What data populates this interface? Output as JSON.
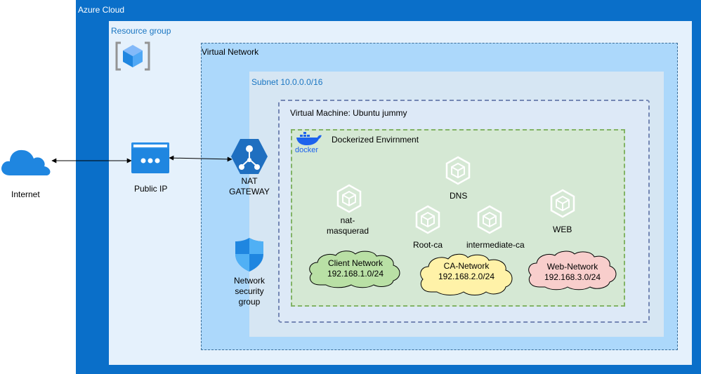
{
  "azure_cloud": {
    "label": "Azure Cloud"
  },
  "resource_group": {
    "label": "Resource group"
  },
  "virtual_network": {
    "label": "Virtual Network"
  },
  "subnet": {
    "label": "Subnet 10.0.0.0/16"
  },
  "virtual_machine": {
    "label": "Virtual Machine: Ubuntu jummy"
  },
  "docker_environment": {
    "label": "Dockerized Envirnment",
    "logo_text": "docker"
  },
  "internet": {
    "label": "Internet"
  },
  "public_ip": {
    "label": "Public IP"
  },
  "nat_gateway": {
    "line1": "NAT",
    "line2": "GATEWAY"
  },
  "nsg": {
    "line1": "Network",
    "line2": "security",
    "line3": "group"
  },
  "containers": {
    "dns": "DNS",
    "nat_masquerade_line1": "nat-",
    "nat_masquerade_line2": "masquerad",
    "root_ca": "Root-ca",
    "intermediate_ca": "intermediate-ca",
    "web": "WEB"
  },
  "networks": {
    "client": {
      "line1": "Client Network",
      "line2": "192.168.1.0/24"
    },
    "ca": {
      "line1": "CA-Network",
      "line2": "192.168.2.0/24"
    },
    "web": {
      "line1": "Web-Network",
      "line2": "192.168.3.0/24"
    }
  },
  "colors": {
    "azure_blue": "#0a6fc9",
    "resource_group_fill": "#e5f1fc",
    "vnet_fill": "#acd8fb",
    "subnet_fill": "#d6e6f3",
    "docker_fill": "#d5e8d4",
    "client_network_fill": "#b9e0a5",
    "ca_network_fill": "#fff2a8",
    "web_network_fill": "#f8cecc"
  }
}
